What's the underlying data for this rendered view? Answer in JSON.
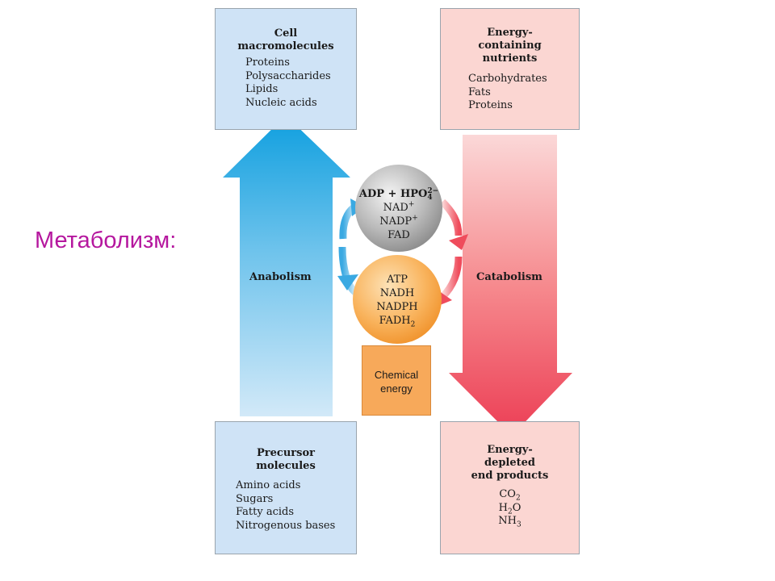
{
  "slide_title": "Метаболизм:",
  "boxes": {
    "top_left": {
      "title": [
        "Cell",
        "macromolecules"
      ],
      "items": [
        "Proteins",
        "Polysaccharides",
        "Lipids",
        "Nucleic acids"
      ]
    },
    "top_right": {
      "title": [
        "Energy-",
        "containing",
        "nutrients"
      ],
      "items": [
        "Carbohydrates",
        "Fats",
        "Proteins"
      ]
    },
    "bottom_left": {
      "title": [
        "Precursor",
        "molecules"
      ],
      "items": [
        "Amino acids",
        "Sugars",
        "Fatty acids",
        "Nitrogenous bases"
      ]
    },
    "bottom_right": {
      "title": [
        "Energy-",
        "depleted",
        "end products"
      ],
      "items": [
        {
          "main": "CO",
          "sub": "2"
        },
        {
          "main": "H",
          "sub": "2",
          "tail": "O"
        },
        {
          "main": "NH",
          "sub": "3"
        }
      ]
    }
  },
  "arrows": {
    "anabolism": "Anabolism",
    "catabolism": "Catabolism"
  },
  "gray_circle": {
    "line1": {
      "main": "ADP + HPO",
      "sup": "2−",
      "sub": "4"
    },
    "line2": {
      "main": "NAD",
      "sup": "+"
    },
    "line3": {
      "main": "NADP",
      "sup": "+"
    },
    "line4": "FAD"
  },
  "orange_circle": {
    "lines": [
      "ATP",
      "NADH",
      "NADPH"
    ],
    "line4": {
      "main": "FADH",
      "sub": "2"
    }
  },
  "energy_box": [
    "Chemical",
    "energy"
  ],
  "colors": {
    "title": "#b5179e",
    "blue_box": "#cfe3f6",
    "pink_box": "#fbd6d2",
    "anabolism_arrow": "#29a8e0",
    "catabolism_arrow": "#ef4c5c",
    "gray_circle": "#9a9a9a",
    "orange_circle": "#f59a2f",
    "energy_box": "#f7a95a"
  }
}
